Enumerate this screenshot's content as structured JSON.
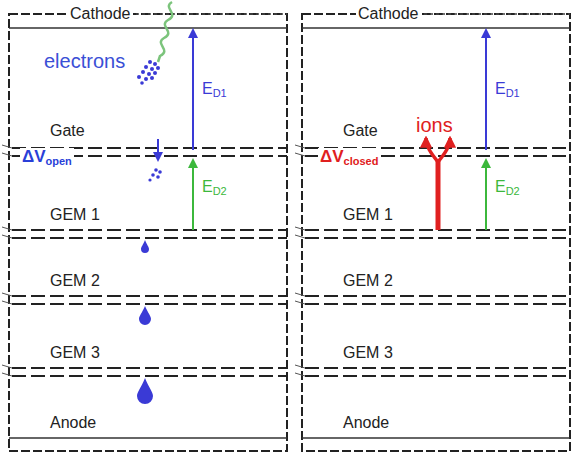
{
  "diagram": {
    "labels": [
      "Cathode",
      "electrons",
      "ED1",
      "Gate",
      "ΔVopen",
      "ED2",
      "GEM 1",
      "GEM 2",
      "GEM 3",
      "Anode",
      "Cathode",
      "ED1",
      "Gate",
      "ions",
      "ΔVclosed",
      "ED2",
      "GEM 1",
      "GEM 2",
      "GEM 3",
      "Anode"
    ]
  }
}
